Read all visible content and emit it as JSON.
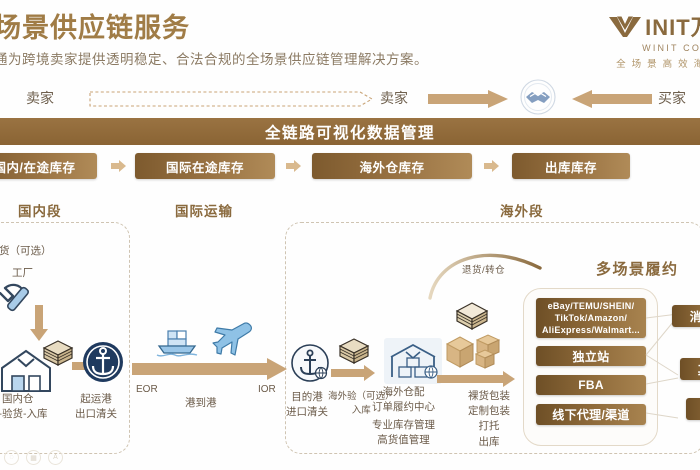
{
  "header": {
    "title": "场景供应链服务",
    "subtitle": "通为跨境卖家提供透明稳定、合法合规的全场景供应链管理解决方案。",
    "logo_word": "INIT万",
    "logo_sub": "WINIT CORP",
    "logo_cn": "全场景高效海"
  },
  "flow_top": {
    "seller_left": "卖家",
    "seller_mid": "卖家",
    "buyer": "买家"
  },
  "banner": {
    "label": "全链路可视化数据管理"
  },
  "inventory": {
    "items": [
      {
        "label": "国内/在途库存"
      },
      {
        "label": "国际在途库存"
      },
      {
        "label": "海外仓库存"
      },
      {
        "label": "出库库存"
      }
    ]
  },
  "sections": {
    "domestic": "国内段",
    "international": "国际运输",
    "overseas": "海外段",
    "fulfillment": "多场景履约",
    "returns": "退货/转仓"
  },
  "nodes": {
    "inspection": "内验货（可选）",
    "factory": "工厂",
    "domestic_warehouse_l1": "国内仓",
    "domestic_warehouse_l2": "收-验货-入库",
    "departure_port_l1": "起运港",
    "departure_port_l2": "出口清关",
    "eor": "EOR",
    "ior": "IOR",
    "port_to_port": "港到港",
    "dest_port_l1": "目的港",
    "dest_port_l2": "进口清关",
    "overseas_check_l1": "海外验（可选）",
    "overseas_check_l2": "入库",
    "ow_center_l1": "海外仓配",
    "ow_center_l2": "订单履约中心",
    "ow_center_l3": "专业库存管理",
    "ow_center_l4": "高货值管理",
    "packing_l1": "裸货包装",
    "packing_l2": "定制包装",
    "packing_l3": "打托",
    "packing_l4": "出库"
  },
  "channels": {
    "marketplace_l1": "eBay/TEMU/SHEIN/",
    "marketplace_l2": "TikTok/Amazon/",
    "marketplace_l3": "AliExpress/Walmart...",
    "independent": "独立站",
    "fba": "FBA",
    "offline": "线下代理/渠道"
  },
  "endpoints": {
    "consumer": "消费",
    "other": "其他",
    "store": "门"
  },
  "colors": {
    "brand_brown": "#8a6a3e",
    "banner": "#96703f",
    "chip_dark": "#7d5a2e",
    "chip_light": "#b08b58",
    "arrow_tan": "#c9a477",
    "icon_blue": "#6e9ec9",
    "icon_navy": "#1f3a5f"
  }
}
